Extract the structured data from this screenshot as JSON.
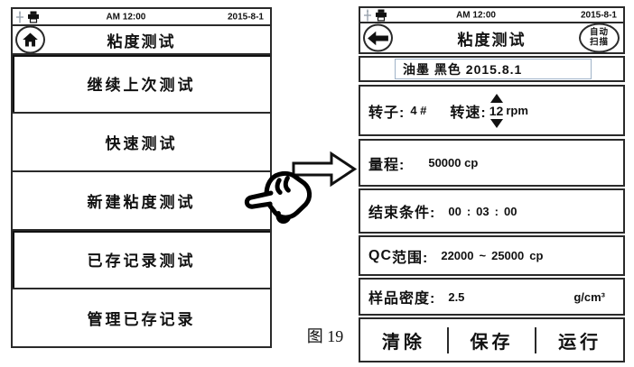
{
  "figure": {
    "caption": "图 19"
  },
  "left_screen": {
    "status_bar": {
      "time": "AM 12:00",
      "date": "2015-8-1"
    },
    "title": "粘度测试",
    "menu_items": [
      "继续上次测试",
      "快速测试",
      "新建粘度测试",
      "已存记录测试",
      "管理已存记录"
    ]
  },
  "right_screen": {
    "status_bar": {
      "time": "AM 12:00",
      "date": "2015-8-1"
    },
    "title": "粘度测试",
    "auto_scan": {
      "line1": "自动",
      "line2": "扫描"
    },
    "sample_info": "油墨 黑色 2015.8.1",
    "rotor": {
      "label": "转子:",
      "value": "4 #"
    },
    "speed": {
      "label": "转速:",
      "value": "12",
      "unit": "rpm"
    },
    "range": {
      "label": "量程:",
      "value": "50000 cp"
    },
    "end_condition": {
      "label": "结束条件:",
      "hours": "00",
      "minutes": "03",
      "seconds": "00",
      "separator": ":"
    },
    "qc_range": {
      "label_latin": "QC",
      "label_cn": "范围:",
      "min": "22000",
      "tilde": "~",
      "max": "25000",
      "unit": "cp"
    },
    "density": {
      "label": "样品密度:",
      "value": "2.5",
      "unit": "g/cm³"
    },
    "action_buttons": [
      "清除",
      "保存",
      "运行"
    ]
  },
  "colors": {
    "border": "#2a2a2a",
    "sample_box_border": "#9fb3c8",
    "text": "#111111",
    "background": "#ffffff"
  },
  "icons": {
    "left_title_nav": "home-icon",
    "right_title_nav": "back-arrow-icon",
    "status_bar": [
      "usb-crosshair-icon",
      "printer-icon"
    ],
    "speed_spinner": [
      "triangle-up-icon",
      "triangle-down-icon"
    ],
    "annotations": [
      "block-arrow-right-icon",
      "hand-pointer-left-icon"
    ]
  }
}
